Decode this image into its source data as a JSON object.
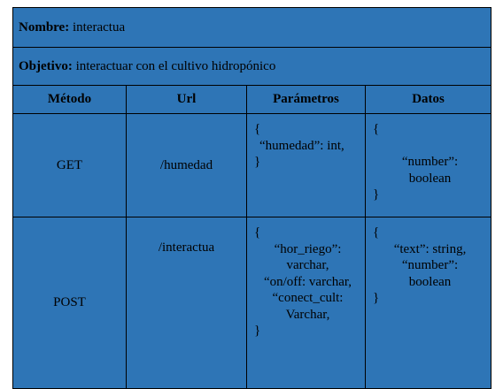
{
  "header": {
    "name_label": "Nombre:",
    "name_value": " interactua",
    "objective_label": "Objetivo:",
    "objective_value": " interactuar con el cultivo hidropónico"
  },
  "columns": [
    "Método",
    "Url",
    "Parámetros",
    "Datos"
  ],
  "rows": [
    {
      "method": "GET",
      "url": "/humedad",
      "params": [
        "{",
        "“humedad”: int,",
        "}"
      ],
      "data": [
        "{",
        "“number”:",
        "boolean",
        "}"
      ]
    },
    {
      "method": "POST",
      "url": "/interactua",
      "params": [
        "{",
        "“hor_riego”:",
        "varchar,",
        "“on/off: varchar,",
        "“conect_cult:",
        "Varchar,",
        "}"
      ],
      "data": [
        "{",
        "“text”: string,",
        "“number”:",
        "boolean",
        "}"
      ]
    }
  ],
  "colors": {
    "cell_background": "#2e75b6",
    "border": "#000000"
  }
}
